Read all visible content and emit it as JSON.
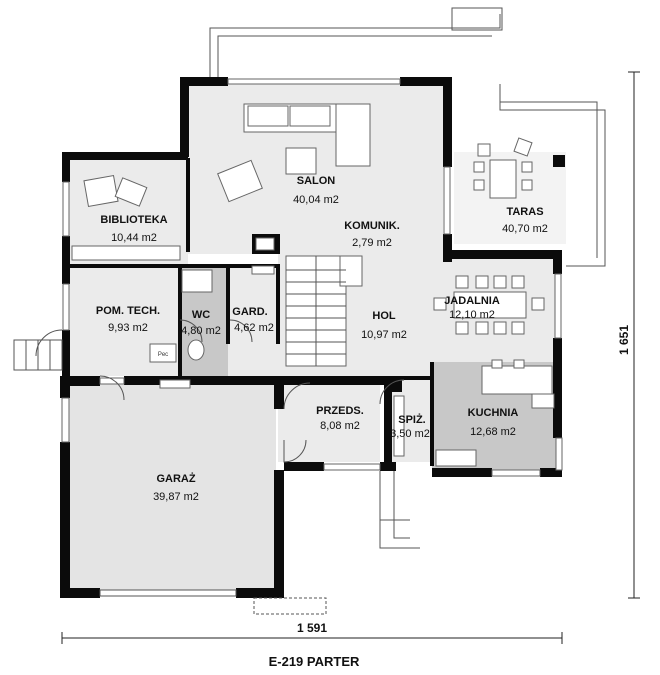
{
  "drawing": {
    "title": "E-219 PARTER",
    "width_dimension": "1 591",
    "depth_dimension": "1 651"
  },
  "rooms": [
    {
      "id": "salon",
      "name": "SALON",
      "area": "40,04 m2"
    },
    {
      "id": "komunik",
      "name": "KOMUNIK.",
      "area": "2,79 m2"
    },
    {
      "id": "biblioteka",
      "name": "BIBLIOTEKA",
      "area": "10,44 m2"
    },
    {
      "id": "taras",
      "name": "TARAS",
      "area": "40,70 m2"
    },
    {
      "id": "jadalnia",
      "name": "JADALNIA",
      "area": "12,10 m2"
    },
    {
      "id": "pom-tech",
      "name": "POM. TECH.",
      "area": "9,93 m2"
    },
    {
      "id": "wc",
      "name": "WC",
      "area": "4,80 m2"
    },
    {
      "id": "gard",
      "name": "GARD.",
      "area": "4,62 m2"
    },
    {
      "id": "hol",
      "name": "HOL",
      "area": "10,97 m2"
    },
    {
      "id": "przeds",
      "name": "PRZEDS.",
      "area": "8,08 m2"
    },
    {
      "id": "spiz",
      "name": "SPIŻ.",
      "area": "3,50 m2"
    },
    {
      "id": "kuchnia",
      "name": "KUCHNIA",
      "area": "12,68 m2"
    },
    {
      "id": "garaz",
      "name": "GARAŻ",
      "area": "39,87 m2"
    }
  ],
  "fixtures": {
    "boiler_label": "Pec"
  },
  "colors": {
    "wall": "#0b0b0b",
    "floor_living": "#ebebeb",
    "floor_wet": "#c8c8c8",
    "floor_garage": "#e4e4e4",
    "terrace_floor": "#f3f3f3",
    "paper": "#ffffff"
  }
}
